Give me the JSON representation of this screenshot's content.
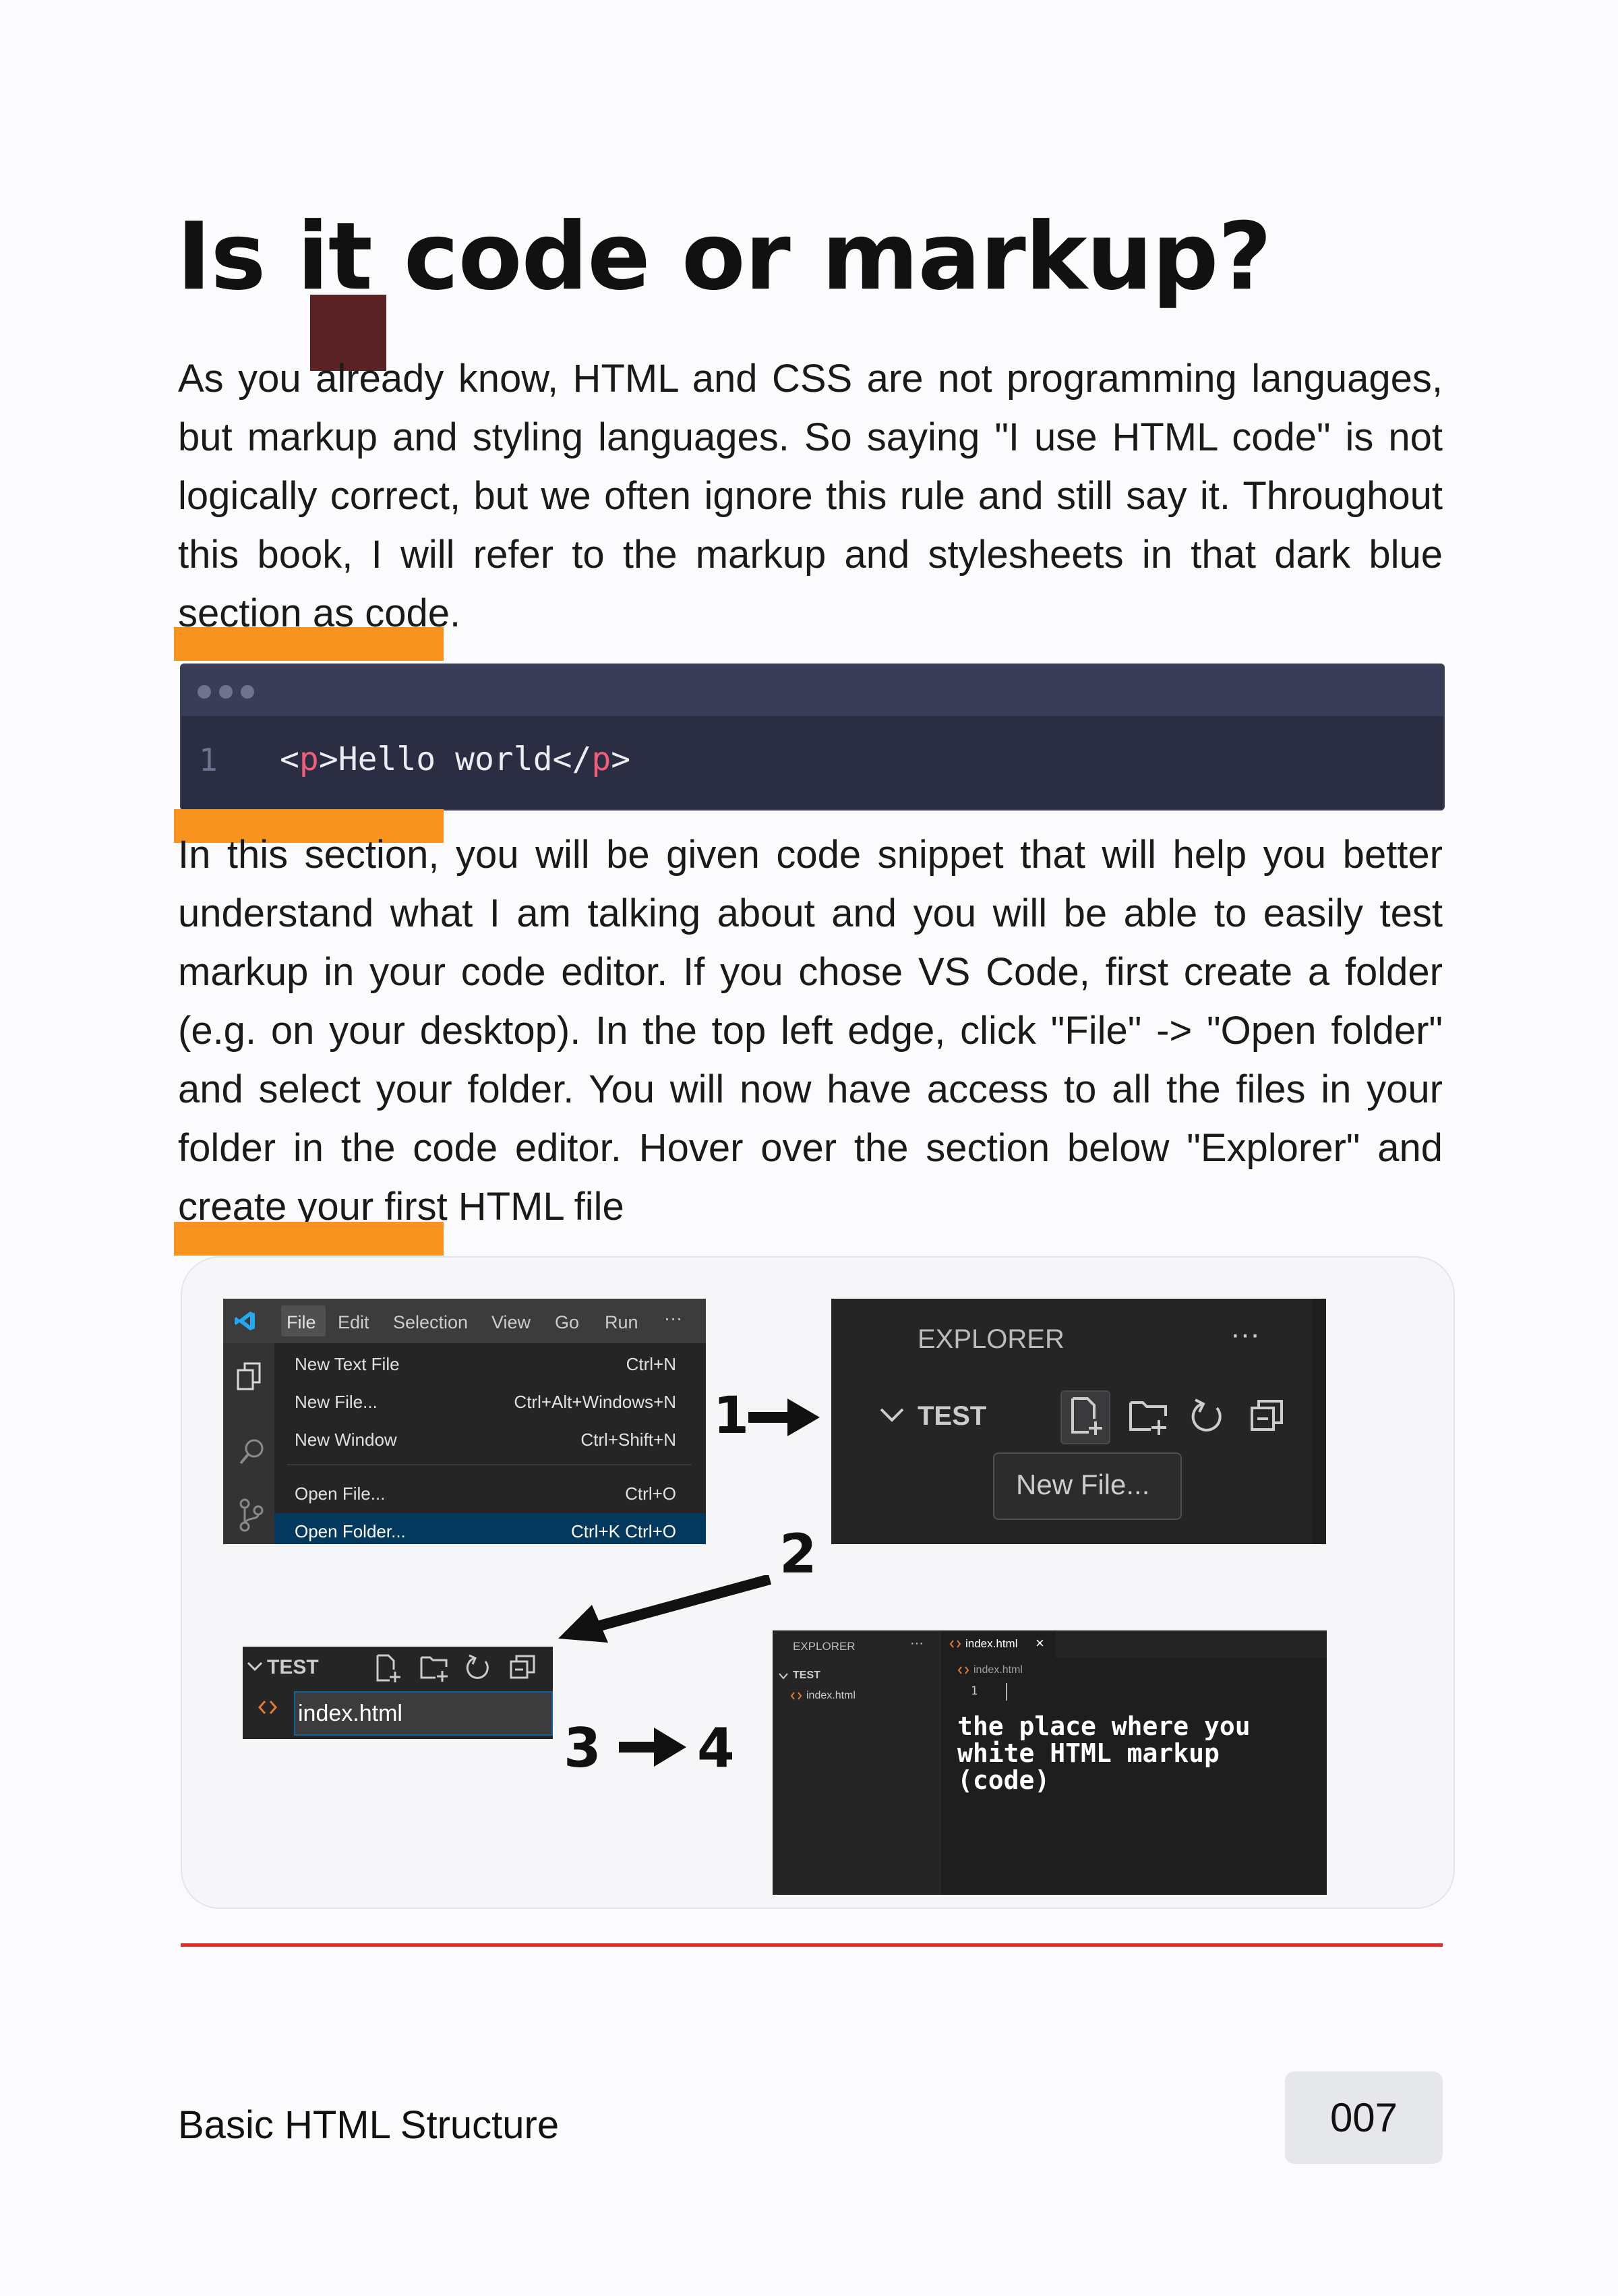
{
  "heading": "Is it code or markup?",
  "intro": "As you already know, HTML and CSS are not programming languages, but markup and styling languages. So saying \"I use HTML code\" is not logically correct, but we often ignore this rule and still say it. Throughout this book, I will refer to the markup and stylesheets in that dark blue section as code.",
  "code_snippet": {
    "line_number": "1",
    "open_bracket": "<",
    "open_tag": "p",
    "content": ">Hello world</",
    "close_tag": "p",
    "close_bracket": ">"
  },
  "body_text": "In this section, you will be given code snippet that will help you better understand what I am talking about and you will be able to easily test markup in your code editor. If you chose VS Code, first create a folder (e.g. on your desktop). In the top left edge, click \"File\" -> \"Open folder\" and select your folder. You will now have access to all the files in your folder in the code editor. Hover over the section below \"Explorer\" and create your first HTML file",
  "figure": {
    "menu_bar": [
      "File",
      "Edit",
      "Selection",
      "View",
      "Go",
      "Run",
      "···"
    ],
    "menu_items": [
      {
        "label": "New Text File",
        "shortcut": "Ctrl+N"
      },
      {
        "label": "New File...",
        "shortcut": "Ctrl+Alt+Windows+N"
      },
      {
        "label": "New Window",
        "shortcut": "Ctrl+Shift+N"
      },
      {
        "label": "Open File...",
        "shortcut": "Ctrl+O"
      },
      {
        "label": "Open Folder...",
        "shortcut": "Ctrl+K Ctrl+O"
      }
    ],
    "explorer": {
      "title": "EXPLORER",
      "more": "···",
      "folder": "TEST",
      "tooltip": "New File..."
    },
    "new_file": {
      "folder": "TEST",
      "filename": "index.html"
    },
    "editor": {
      "explorer_title": "EXPLORER",
      "explorer_more": "···",
      "tab": "index.html",
      "tab_close": "×",
      "folder": "TEST",
      "file": "index.html",
      "breadcrumb": "index.html",
      "line_number": "1",
      "note": "the place where you white HTML markup (code)"
    },
    "steps": [
      "1",
      "2",
      "3",
      "4"
    ]
  },
  "footer": {
    "section": "Basic HTML Structure",
    "page": "007"
  },
  "colors": {
    "accent_orange": "#f7931e",
    "code_bg": "#2b2d42",
    "tag_pink": "#f25d79",
    "divider_red": "#e02a2a"
  }
}
